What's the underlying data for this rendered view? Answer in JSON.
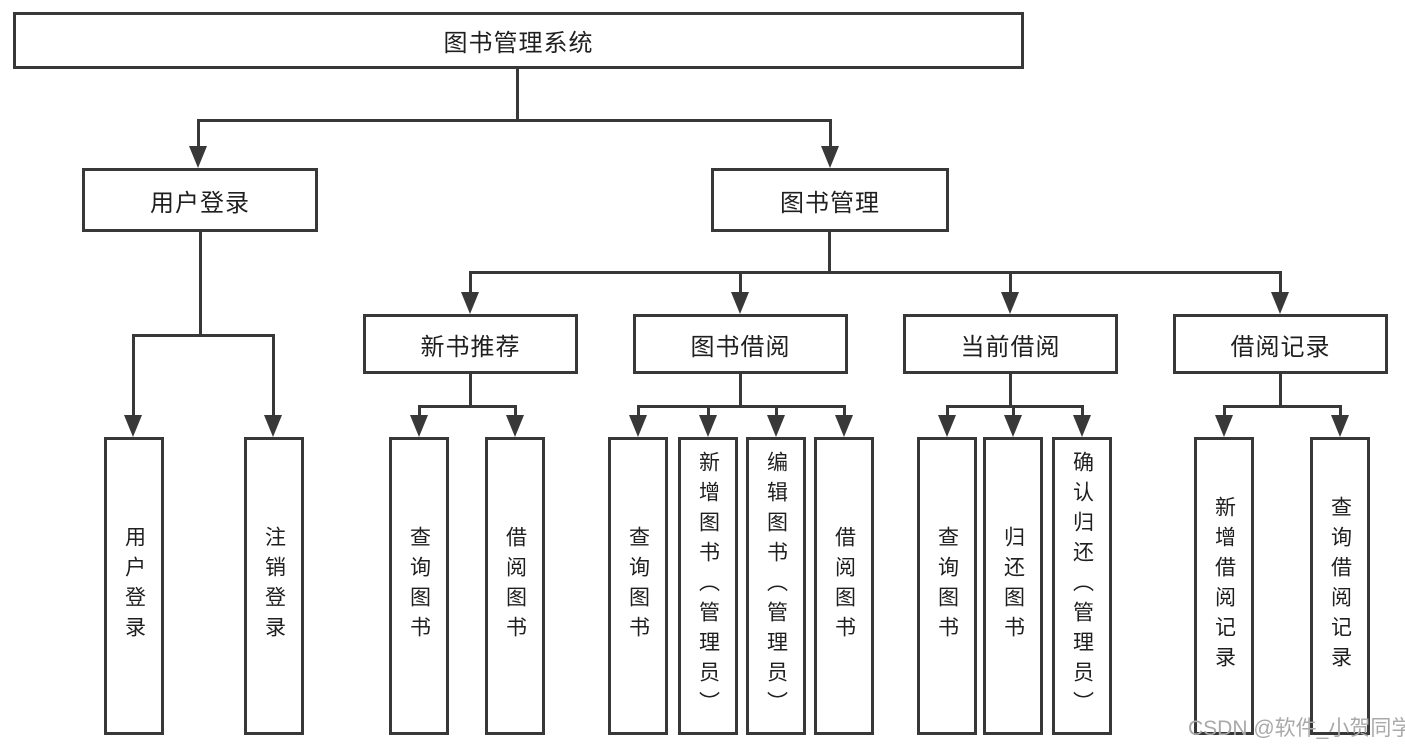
{
  "colors": {
    "line": "#383838",
    "node_border": "#383838",
    "node_fill": "#ffffff",
    "text": "#1f1f1f",
    "watermark": "#a9a9a9"
  },
  "tree": {
    "root": {
      "label": "图书管理系统"
    },
    "branches": [
      {
        "label": "用户登录",
        "children": [
          {
            "label": "用户登录"
          },
          {
            "label": "注销登录"
          }
        ]
      },
      {
        "label": "图书管理",
        "children": [
          {
            "label": "新书推荐",
            "children": [
              {
                "label": "查询图书"
              },
              {
                "label": "借阅图书"
              }
            ]
          },
          {
            "label": "图书借阅",
            "children": [
              {
                "label": "查询图书"
              },
              {
                "label": "新增图书（管理员）"
              },
              {
                "label": "编辑图书（管理员）"
              },
              {
                "label": "借阅图书"
              }
            ]
          },
          {
            "label": "当前借阅",
            "children": [
              {
                "label": "查询图书"
              },
              {
                "label": "归还图书"
              },
              {
                "label": "确认归还（管理员）"
              }
            ]
          },
          {
            "label": "借阅记录",
            "children": [
              {
                "label": "新增借阅记录"
              },
              {
                "label": "查询借阅记录"
              }
            ]
          }
        ]
      }
    ]
  },
  "watermark": {
    "text": "CSDN @软件_小贺同学"
  }
}
